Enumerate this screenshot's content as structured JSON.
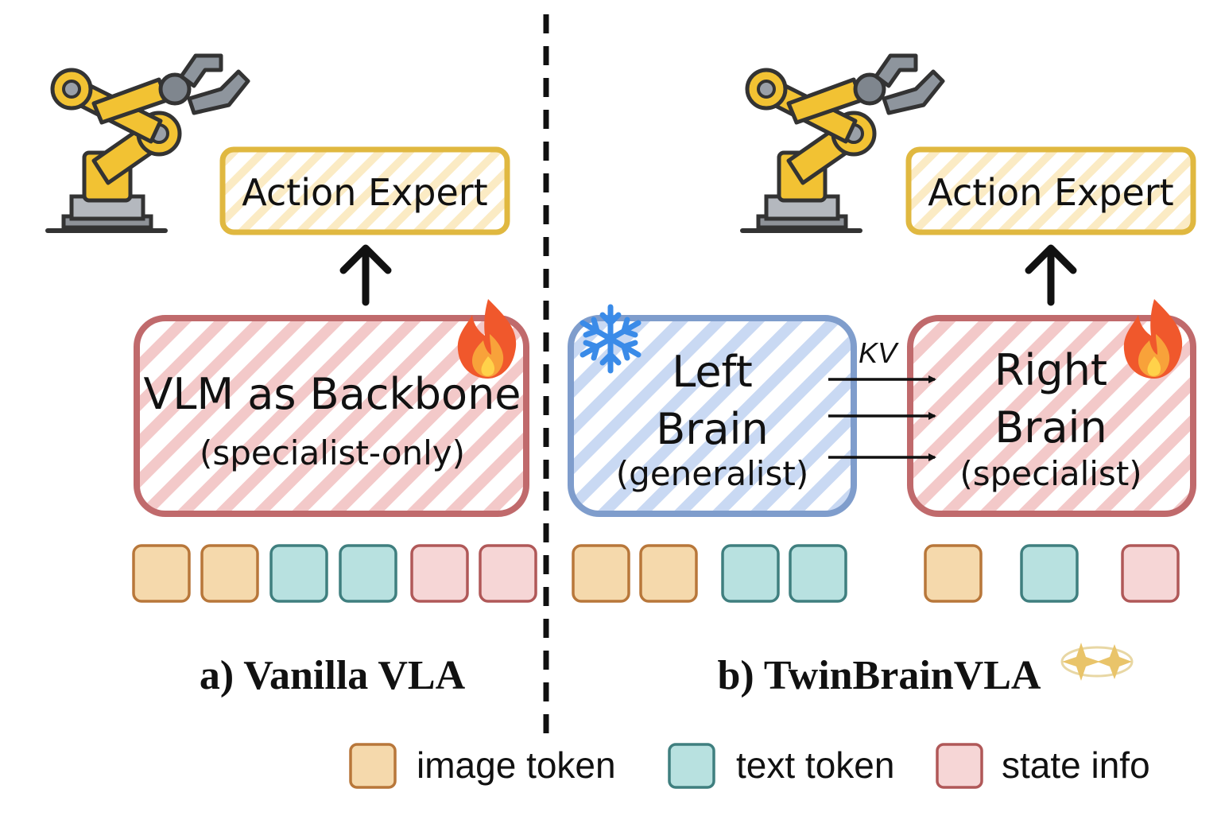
{
  "colors": {
    "action_border": "#E0B840",
    "action_fill": "#FBEBC4",
    "vlm_border": "#C06A6C",
    "vlm_stripe": "#F3C9C9",
    "left_border": "#7F9DCC",
    "left_stripe": "#C9D9F3",
    "image_token_fill": "#F5D9AC",
    "image_token_border": "#B8773A",
    "text_token_fill": "#B8E1E0",
    "text_token_border": "#3F7F7F",
    "state_info_fill": "#F6D6D6",
    "state_info_border": "#B05858"
  },
  "panel_a": {
    "robot_icon": "robot-arm-icon",
    "action_expert": "Action Expert",
    "backbone_title": "VLM as Backbone",
    "backbone_subtitle": "(specialist-only)",
    "fire_icon": "fire-icon",
    "tokens": [
      "image",
      "image",
      "text",
      "text",
      "state",
      "state"
    ],
    "caption": "a) Vanilla VLA"
  },
  "panel_b": {
    "robot_icon": "robot-arm-icon",
    "action_expert": "Action Expert",
    "snowflake_icon": "snowflake-icon",
    "left_line1": "Left",
    "left_line2": "Brain",
    "left_line3": "(generalist)",
    "right_line1": "Right",
    "right_line2": "Brain",
    "right_line3": "(specialist)",
    "kv_label": "KV",
    "fire_icon": "fire-icon",
    "left_tokens": [
      "image",
      "image",
      "text",
      "text"
    ],
    "right_tokens": [
      "image",
      "text",
      "state"
    ],
    "caption": "b) TwinBrainVLA",
    "sparkle_icon": "sparkle-icon"
  },
  "legend": {
    "image_token": "image token",
    "text_token": "text token",
    "state_info": "state info"
  }
}
